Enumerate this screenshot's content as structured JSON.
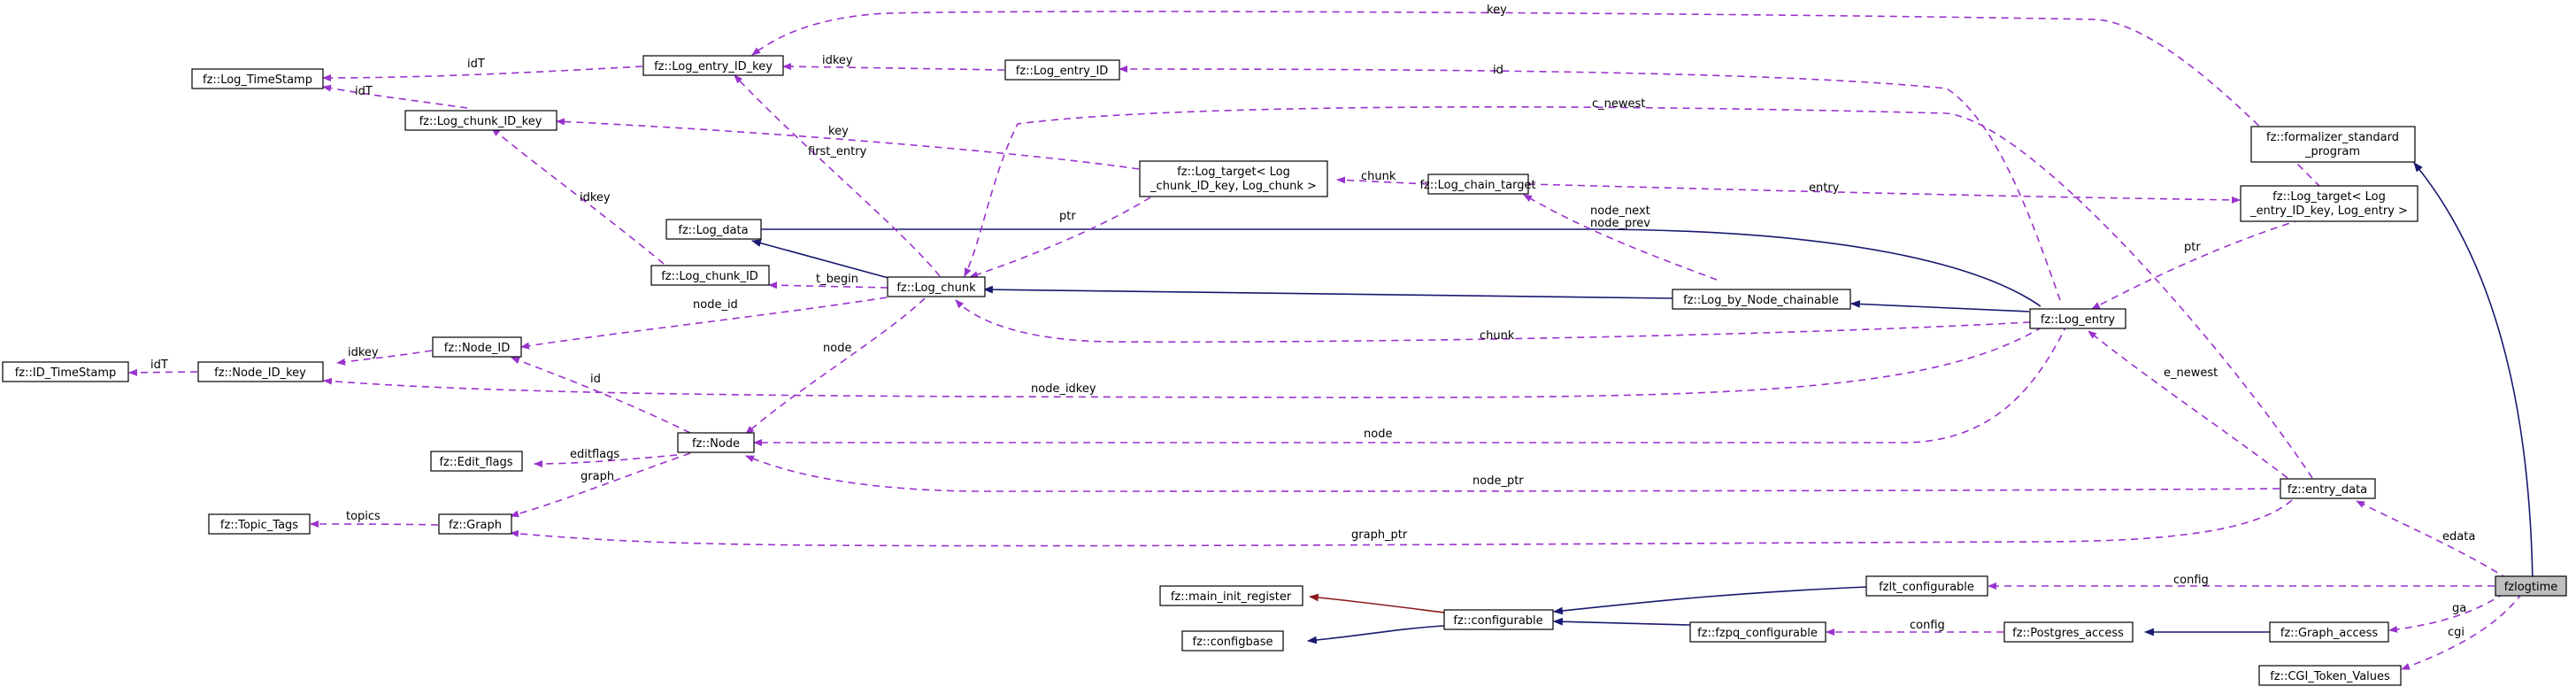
{
  "nodes": {
    "formalizer_standard_program": [
      "fz::formalizer_standard",
      "_program"
    ],
    "fzlogtime": [
      "fzlogtime"
    ],
    "log_timestamp": [
      "fz::Log_TimeStamp"
    ],
    "log_entry_id_key": [
      "fz::Log_entry_ID_key"
    ],
    "log_entry_id": [
      "fz::Log_entry_ID"
    ],
    "log_chunk_id_key": [
      "fz::Log_chunk_ID_key"
    ],
    "log_target_chunk": [
      "fz::Log_target< Log",
      "_chunk_ID_key, Log_chunk >"
    ],
    "log_chain_target": [
      "fz::Log_chain_target"
    ],
    "log_target_entry": [
      "fz::Log_target< Log",
      "_entry_ID_key, Log_entry >"
    ],
    "log_data": [
      "fz::Log_data"
    ],
    "log_chunk_id": [
      "fz::Log_chunk_ID"
    ],
    "log_chunk": [
      "fz::Log_chunk"
    ],
    "log_by_node_chainable": [
      "fz::Log_by_Node_chainable"
    ],
    "log_entry": [
      "fz::Log_entry"
    ],
    "id_timestamp": [
      "fz::ID_TimeStamp"
    ],
    "node_id_key": [
      "fz::Node_ID_key"
    ],
    "node_id": [
      "fz::Node_ID"
    ],
    "node": [
      "fz::Node"
    ],
    "edit_flags": [
      "fz::Edit_flags"
    ],
    "topic_tags": [
      "fz::Topic_Tags"
    ],
    "graph": [
      "fz::Graph"
    ],
    "entry_data": [
      "fz::entry_data"
    ],
    "fzlt_configurable": [
      "fzlt_configurable"
    ],
    "main_init_register": [
      "fz::main_init_register"
    ],
    "configurable": [
      "fz::configurable"
    ],
    "configbase": [
      "fz::configbase"
    ],
    "fzpq_configurable": [
      "fz::fzpq_configurable"
    ],
    "postgres_access": [
      "fz::Postgres_access"
    ],
    "graph_access": [
      "fz::Graph_access"
    ],
    "cgi_token_values": [
      "fz::CGI_Token_Values"
    ]
  },
  "edge_labels": {
    "key_top": "key",
    "idt_entry_key": "idT",
    "idkey_entry_id": "idkey",
    "id_entry": "id",
    "c_newest": "c_newest",
    "idt_chunk_key": "idT",
    "key_chunk_target": "key",
    "first_entry": "first_entry",
    "chunk_chain": "chunk",
    "entry_chain": "entry",
    "ptr_chunk": "ptr",
    "ptr_entry": "ptr",
    "node_next_prev": [
      "node_next",
      "node_prev"
    ],
    "idkey_chunk_id": "idkey",
    "t_begin": "t_begin",
    "node_id_label": "node_id",
    "node_label": "node",
    "chunk_label": "chunk",
    "e_newest": "e_newest",
    "idt_node_key": "idT",
    "idkey_node_id": "idkey",
    "id_node": "id",
    "node_idkey": "node_idkey",
    "node_entry": "node",
    "editflags": "editflags",
    "graph_label": "graph",
    "node_ptr": "node_ptr",
    "topics": "topics",
    "graph_ptr": "graph_ptr",
    "edata": "edata",
    "config_fzlt": "config",
    "config_fzpq": "config",
    "ga": "ga",
    "cgi": "cgi"
  },
  "colors": {
    "usage_edge": "#9a32cd",
    "inheritance_edge": "#191970",
    "friend_edge": "#8b1a1a",
    "highlight_node_fill": "#bfbfbf"
  }
}
